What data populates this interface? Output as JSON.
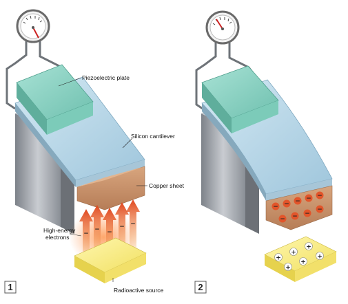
{
  "labels": {
    "piezo": "Piezoelectric plate",
    "cantilever": "Silicon cantilever",
    "copper": "Copper sheet",
    "electrons_line1": "High-energy",
    "electrons_line2": "electrons",
    "source": "Radioactive source"
  },
  "panels": {
    "first": "1",
    "second": "2"
  },
  "signs": {
    "negative": "−",
    "positive": "+"
  },
  "colors": {
    "piezo": "#8fd3c4",
    "cantilever": "#b9d9ea",
    "copper": "#c9936b",
    "radioactive": "#f4e879",
    "electron_arrow": "#e2552a",
    "pillar": "#a7abb1",
    "gauge_needle": "#cc2222"
  }
}
